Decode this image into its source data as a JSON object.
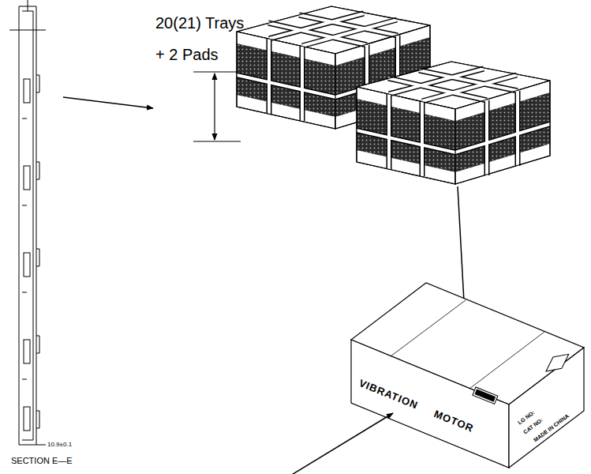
{
  "diagram": {
    "labels": [
      "20(21) Trays",
      "+ 2 Pads",
      "10.9±0.1",
      "SECTION E—E",
      "VIBRATION",
      "MOTOR",
      "LG NO:",
      "CAT NO:",
      "MADE IN CHINA"
    ]
  }
}
